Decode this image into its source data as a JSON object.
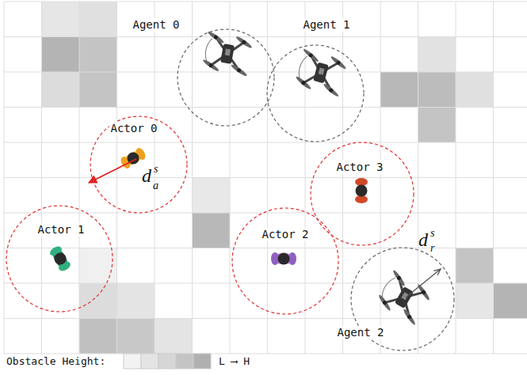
{
  "diagram": {
    "nodes": [
      {
        "text": [
          "Agent 0"
        ]
      },
      {
        "text": [
          "Agent 1"
        ]
      },
      {
        "text": [
          "Actor 0"
        ]
      },
      {
        "text": [
          "Actor 3"
        ]
      },
      {
        "text": [
          "Actor 1"
        ]
      },
      {
        "text": [
          "Actor 2"
        ]
      },
      {
        "text": [
          "Agent 2"
        ]
      }
    ],
    "labels": [
      "d",
      "s",
      "a",
      "d",
      "s",
      "r",
      "Obstacle Height:",
      "L ⟶ H"
    ]
  }
}
